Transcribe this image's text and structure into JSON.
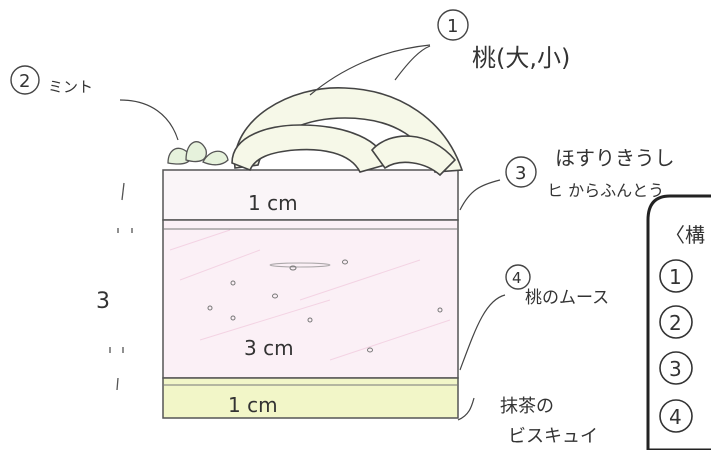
{
  "labels": {
    "one": {
      "num": "1",
      "text": "桃(大,小)"
    },
    "two": {
      "num": "2",
      "text": "ミント"
    },
    "three": {
      "num": "3",
      "line1": "ほすりきうし",
      "line2": "ヒ からふんとう"
    },
    "four": {
      "num": "4",
      "text": "桃のムース"
    },
    "five": {
      "line1": "抹茶の",
      "line2": "ビスキュイ"
    }
  },
  "dimensions": {
    "top_layer": "1 cm",
    "middle_layer": "3 cm",
    "bottom_layer": "1 cm",
    "side_left": "3"
  },
  "side_panel": {
    "title": "〈構",
    "items": [
      "1",
      "2",
      "3",
      "4"
    ]
  }
}
